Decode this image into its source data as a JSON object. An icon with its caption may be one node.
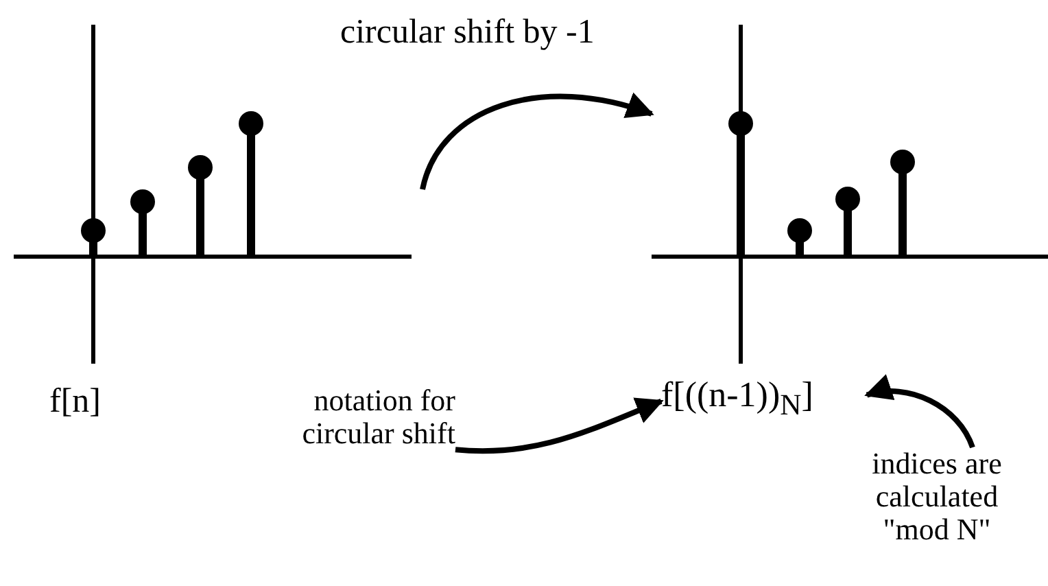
{
  "diagram": {
    "nodes": [
      {
        "text": [],
        "shape": "picture",
        "beside": [
          "f[n]"
        ]
      },
      {
        "text": [],
        "shape": "picture"
      },
      {
        "text": [
          "notation for circular shift"
        ]
      },
      {
        "text": [
          "f[((n-1))$_{N}$]"
        ]
      },
      {
        "text": [
          "indices are calculated \"mod N\""
        ]
      }
    ],
    "edges": [
      {
        "from": 0,
        "to": 1,
        "arrow": "to",
        "label": "circular shift by -1"
      },
      {
        "from": 2,
        "to": 3,
        "arrow": "to"
      },
      {
        "from": 4,
        "to": 3,
        "arrow": "to"
      }
    ]
  }
}
